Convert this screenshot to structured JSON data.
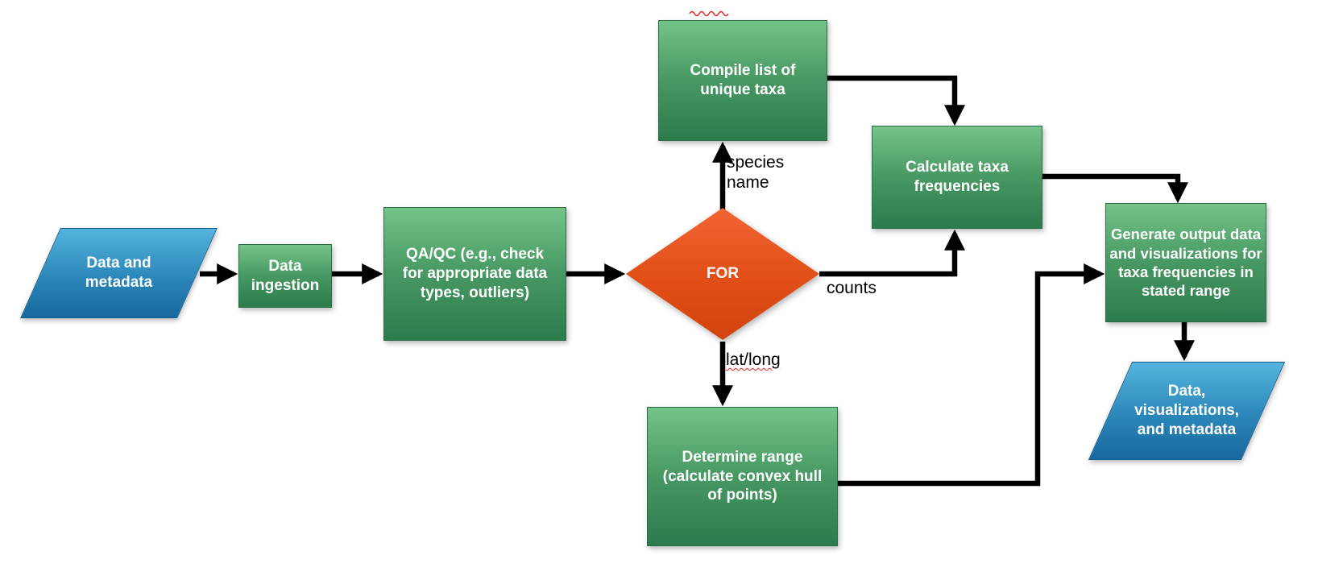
{
  "diagram": {
    "nodes": {
      "data_and_metadata": {
        "label": "Data and\nmetadata",
        "shape": "parallelogram"
      },
      "data_ingestion": {
        "label": "Data\ningestion",
        "shape": "rectangle"
      },
      "qa_qc": {
        "label": "QA/QC (e.g., check\nfor appropriate data\ntypes, outliers)",
        "shape": "rectangle"
      },
      "for_loop": {
        "label": "FOR",
        "shape": "diamond"
      },
      "compile_taxa": {
        "label": "Compile list of\nunique taxa",
        "shape": "rectangle"
      },
      "calculate_frequencies": {
        "label": "Calculate taxa\nfrequencies",
        "shape": "rectangle"
      },
      "generate_output": {
        "label": "Generate output data\nand visualizations for\ntaxa frequencies in\nstated range",
        "shape": "rectangle"
      },
      "determine_range": {
        "label": "Determine range\n(calculate convex hull\nof points)",
        "shape": "rectangle"
      },
      "output_data": {
        "label": "Data,\nvisualizations,\nand metadata",
        "shape": "parallelogram"
      }
    },
    "edge_labels": {
      "species_name": "species\nname",
      "counts": "counts",
      "lat_long": "lat/long"
    },
    "colors": {
      "process_green_top": "#74c389",
      "process_green_bottom": "#2c7b4d",
      "io_blue_top": "#55b4de",
      "io_blue_bottom": "#17689f",
      "decision_orange_top": "#f16433",
      "decision_orange_bottom": "#d2430f",
      "arrow_black": "#000000",
      "squiggle_red": "#e02020"
    }
  }
}
